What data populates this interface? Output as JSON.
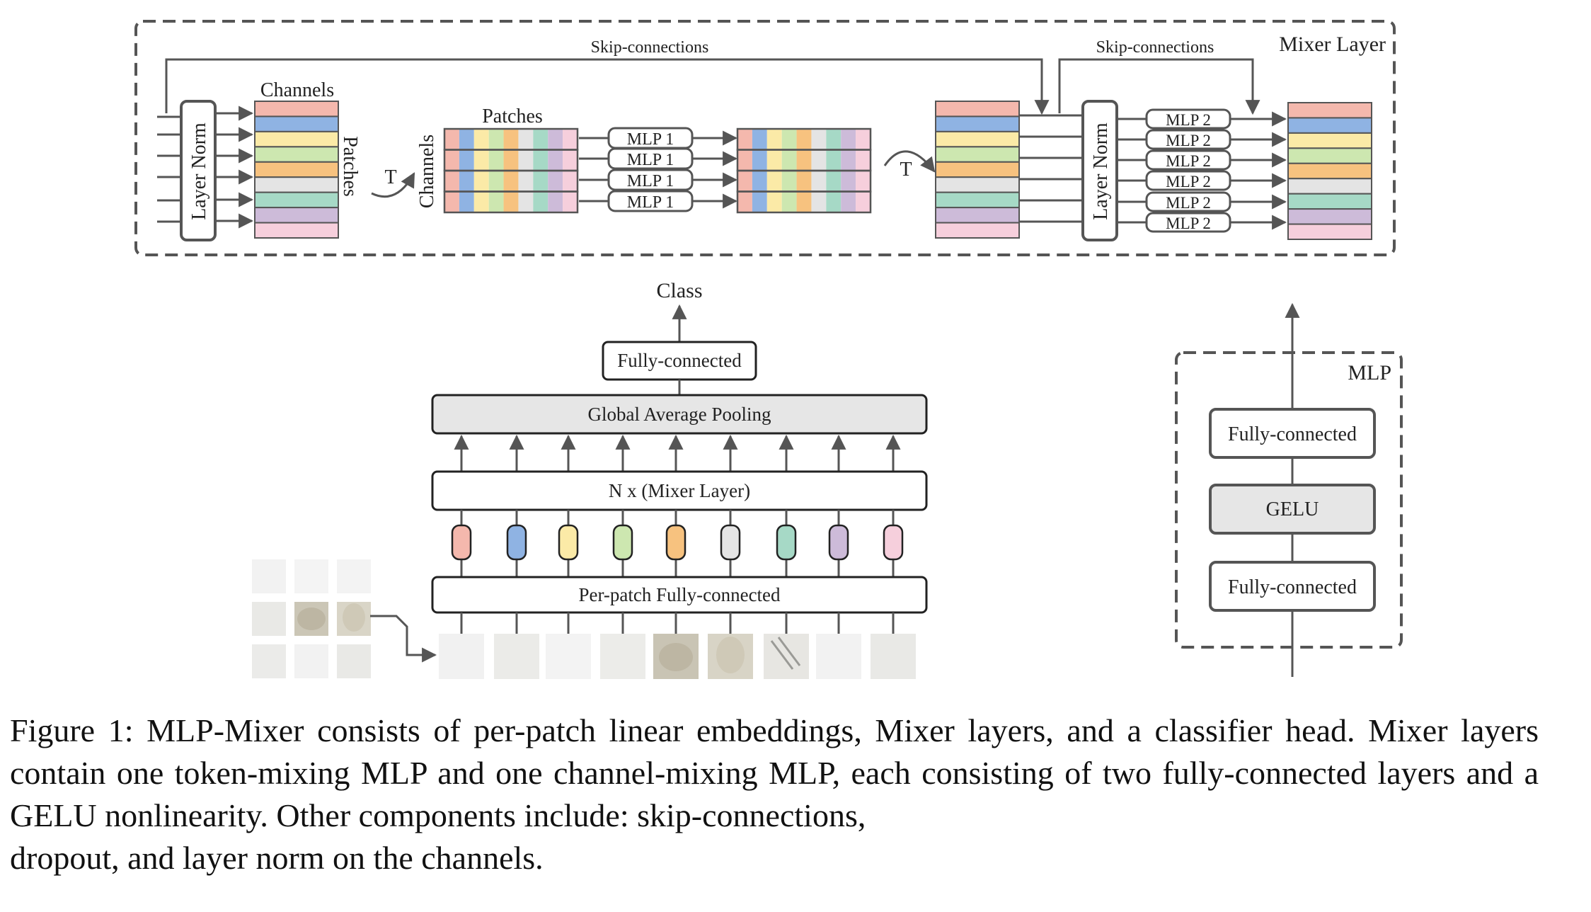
{
  "mixer_layer": {
    "title": "Mixer Layer",
    "skip_label_1": "Skip-connections",
    "skip_label_2": "Skip-connections",
    "layer_norm": "Layer Norm",
    "channels_label": "Channels",
    "patches_label": "Patches",
    "transpose_label": "T",
    "mlp1_label": "MLP 1",
    "mlp2_label": "MLP 2"
  },
  "main": {
    "class_label": "Class",
    "fc_head": "Fully-connected",
    "gap": "Global Average Pooling",
    "mixer_stack": "N x (Mixer Layer)",
    "per_patch_fc": "Per-patch Fully-connected"
  },
  "mlp_block": {
    "title": "MLP",
    "fc_top": "Fully-connected",
    "gelu": "GELU",
    "fc_bottom": "Fully-connected"
  },
  "colors": {
    "palette": [
      "#f4b8ad",
      "#8fb3e3",
      "#fbeaa7",
      "#cde7b0",
      "#f7c27f",
      "#e4e4e4",
      "#a6d9c6",
      "#cdbbd9",
      "#f6cfdc"
    ],
    "box_fill": "#ffffff",
    "gap_fill": "#e6e6e6",
    "stroke": "#555555"
  },
  "caption": {
    "body": "Figure 1: MLP-Mixer consists of per-patch linear embeddings, Mixer layers, and a classifier head. Mixer layers contain one token-mixing MLP and one channel-mixing MLP, each consisting of two fully-connected layers and a GELU nonlinearity. Other components include: skip-connections,",
    "last": "dropout, and layer norm on the channels."
  }
}
